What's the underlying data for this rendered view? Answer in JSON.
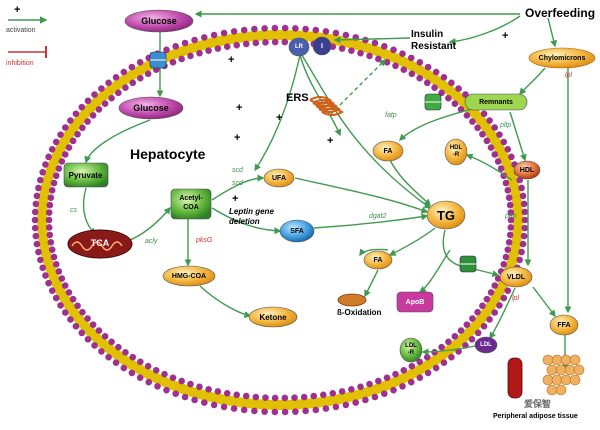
{
  "legend": {
    "activation_symbol": "+",
    "activation": "activation",
    "inhibition": "inhibition"
  },
  "overfeeding": "Overfeeding",
  "insulin_resistant": "Insulin\nResistant",
  "hepatocyte": "Hepatocyte",
  "nodes": {
    "glucose_out": "Glucose",
    "glucose_in": "Glucose",
    "pyruvate": "Pyruvate",
    "acetyl_coa": "Acetyl-\nCOA",
    "tca": "TCA",
    "hmg_coa": "HMG-COA",
    "ketone": "Ketone",
    "ufa": "UFA",
    "sfa": "SFA",
    "fa_mid": "FA",
    "tg": "TG",
    "fa_low": "FA",
    "apob": "ApoB",
    "hdl_r": "HDL\n-R",
    "hdl": "HDL",
    "vldl": "VLDL",
    "ldl": "LDL",
    "ldl_r": "LDL\n-R",
    "ffa": "FFA",
    "chylomicrons": "Chylomicrons",
    "remnants": "Remnants",
    "lr": "LR",
    "i": "I"
  },
  "labels": {
    "ers": "ERS",
    "leptin": "Leptin gene\ndeletion",
    "b_oxidation": "ß-Oxidation",
    "peripheral": "Peripheral adipose tissue",
    "watermark": "爱保智"
  },
  "enzymes": {
    "cs": "cs",
    "acly": "acly",
    "pksg": "pksG",
    "scd1": "scd",
    "scd2": "scd",
    "fatp": "fatp",
    "dgat2": "dgat2",
    "lpl1": "lpl",
    "lpl2": "lpl",
    "pltp1": "pltp",
    "pltp2": "pltp"
  },
  "plus_signs": [
    "+",
    "+",
    "+",
    "+",
    "+",
    "+",
    "+"
  ],
  "colors": {
    "arrow": "#3f9b4f",
    "inhibition": "#cc3333",
    "membrane_head": "#a0308f",
    "membrane_tail": "#e0c000",
    "glucose": "#b03aa0",
    "green_node": "#4fa63a",
    "orange_node": "#f0a020",
    "blue_node": "#2a8fd0"
  }
}
